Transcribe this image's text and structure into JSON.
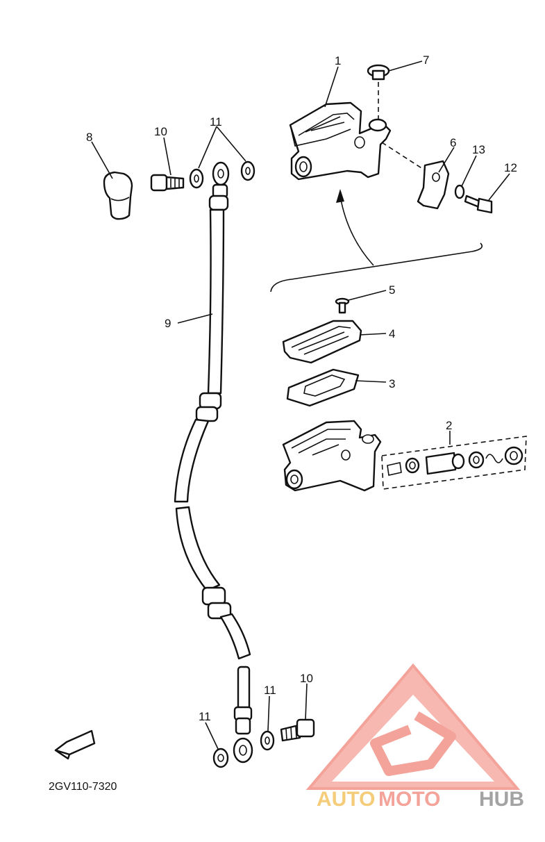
{
  "diagram": {
    "part_code": "2GV110-7320",
    "callouts": [
      {
        "id": "c1",
        "label": "1"
      },
      {
        "id": "c2",
        "label": "2"
      },
      {
        "id": "c3",
        "label": "3"
      },
      {
        "id": "c4",
        "label": "4"
      },
      {
        "id": "c5",
        "label": "5"
      },
      {
        "id": "c6",
        "label": "6"
      },
      {
        "id": "c7",
        "label": "7"
      },
      {
        "id": "c8",
        "label": "8"
      },
      {
        "id": "c9",
        "label": "9"
      },
      {
        "id": "c10a",
        "label": "10"
      },
      {
        "id": "c10b",
        "label": "10"
      },
      {
        "id": "c11a",
        "label": "11"
      },
      {
        "id": "c11b",
        "label": "11"
      },
      {
        "id": "c11c",
        "label": "11"
      },
      {
        "id": "c12",
        "label": "12"
      },
      {
        "id": "c13",
        "label": "13"
      }
    ],
    "front_marker": "FWD"
  },
  "watermark": {
    "brand_part1": "AUTO",
    "brand_part2": "MOTO",
    "brand_part3": "HUB",
    "logo_colors": {
      "triangle": "#f29a8e",
      "text_auto": "#f5c76b",
      "text_moto": "#f29a8e",
      "text_hub": "#9a9a9a"
    }
  }
}
